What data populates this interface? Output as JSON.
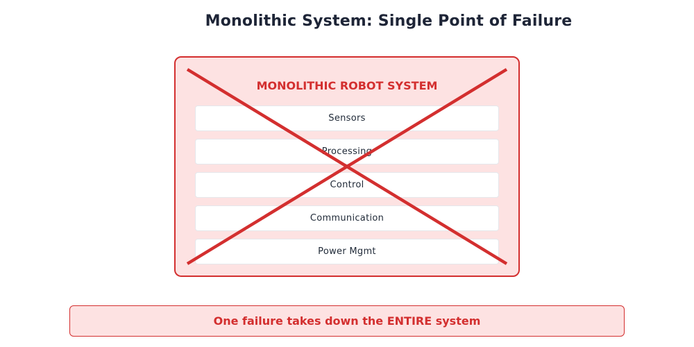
{
  "title": "Monolithic System: Single Point of Failure",
  "system": {
    "label": "MONOLITHIC ROBOT SYSTEM",
    "status": "failed",
    "modules": [
      {
        "label": "Sensors"
      },
      {
        "label": "Processing"
      },
      {
        "label": "Control"
      },
      {
        "label": "Communication"
      },
      {
        "label": "Power Mgmt"
      }
    ]
  },
  "callout": {
    "text": "One failure takes down the ENTIRE system"
  },
  "colors": {
    "title": "#1e2537",
    "accent_red": "#d32f2f",
    "box_fill": "#fde2e2",
    "module_fill": "#ffffff",
    "module_text": "#1f2937"
  }
}
